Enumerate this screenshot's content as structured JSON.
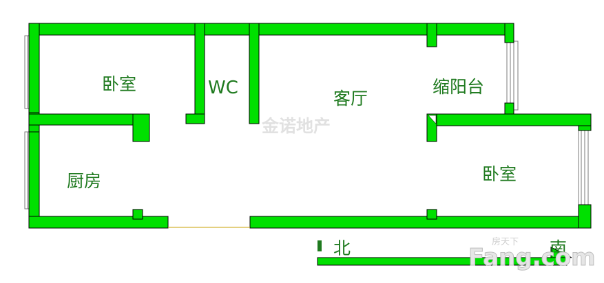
{
  "rooms": {
    "bedroom_north": "卧室",
    "wc": "WC",
    "living_room": "客厅",
    "balcony": "缩阳台",
    "kitchen": "厨房",
    "bedroom_south": "卧室"
  },
  "watermark": "金诺地产",
  "compass": {
    "north": "北",
    "south": "南"
  },
  "logo": {
    "brand": "Fang.com",
    "tagline": "房天下"
  },
  "colors": {
    "wall": "#00e000",
    "label": "#1f7a1f"
  }
}
